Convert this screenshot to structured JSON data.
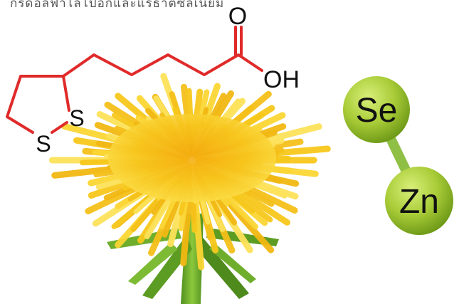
{
  "caption": "กรดอัลฟาไลโปอิกและแร่ธาตุซีลีเนียม",
  "molecule": {
    "atoms": {
      "oxygen_double": "O",
      "hydroxyl": "OH",
      "sulfur_upper": "S",
      "sulfur_lower": "S"
    },
    "bond_color": "#e02a2a",
    "text_color": "#111111"
  },
  "element_balls": {
    "selenium": "Se",
    "zinc": "Zn",
    "ball_color": "#a9cc38",
    "connector_color": "#8fbf45"
  },
  "flower": {
    "icon": "dandelion-flower-image",
    "petal_color": "#f6c81a",
    "stem_color": "#6fae2c"
  }
}
